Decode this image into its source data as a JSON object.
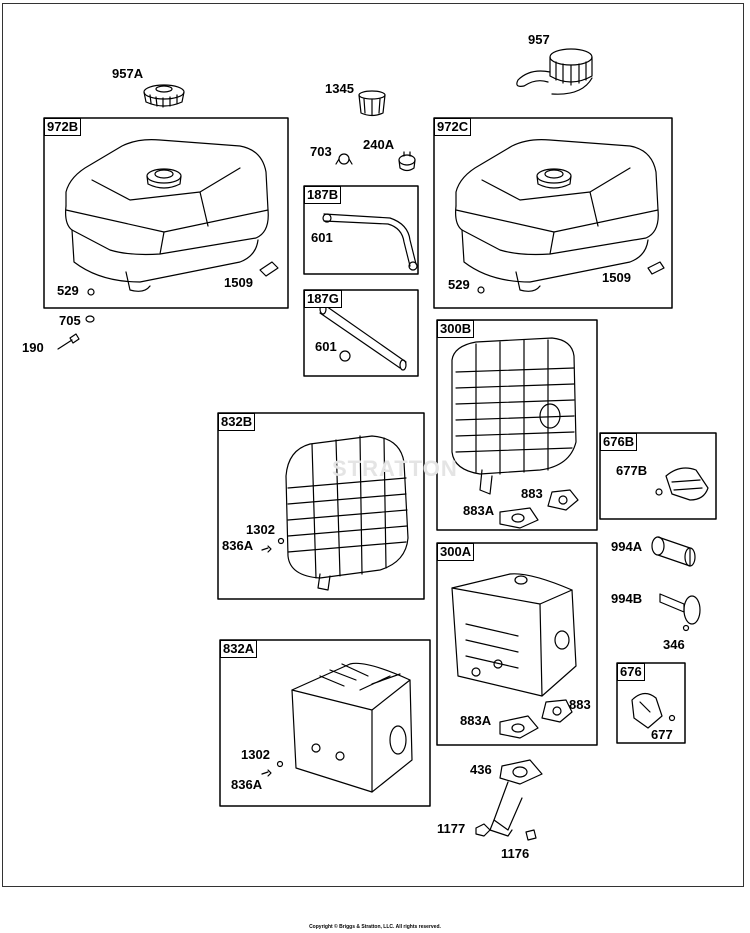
{
  "copyright": "Copyright © Briggs & Stratton, LLC. All rights reserved.",
  "watermark": "STRATTON",
  "group_labels": {
    "g972B": "972B",
    "g972C": "972C",
    "g187B": "187B",
    "g187G": "187G",
    "g300B": "300B",
    "g832B": "832B",
    "g676B": "676B",
    "g300A": "300A",
    "g832A": "832A",
    "g676": "676"
  },
  "part_labels": {
    "p957A": "957A",
    "p957": "957",
    "p1345": "1345",
    "p703": "703",
    "p240A": "240A",
    "p601a": "601",
    "p601b": "601",
    "p529a": "529",
    "p1509a": "1509",
    "p529b": "529",
    "p1509b": "1509",
    "p705": "705",
    "p190": "190",
    "p677B": "677B",
    "p883a": "883",
    "p883Aa": "883A",
    "p1302a": "1302",
    "p836Aa": "836A",
    "p994A": "994A",
    "p994B": "994B",
    "p346": "346",
    "p883Ab": "883A",
    "p883b": "883",
    "p677": "677",
    "p1302b": "1302",
    "p836Ab": "836A",
    "p436": "436",
    "p1177": "1177",
    "p1176": "1176"
  }
}
